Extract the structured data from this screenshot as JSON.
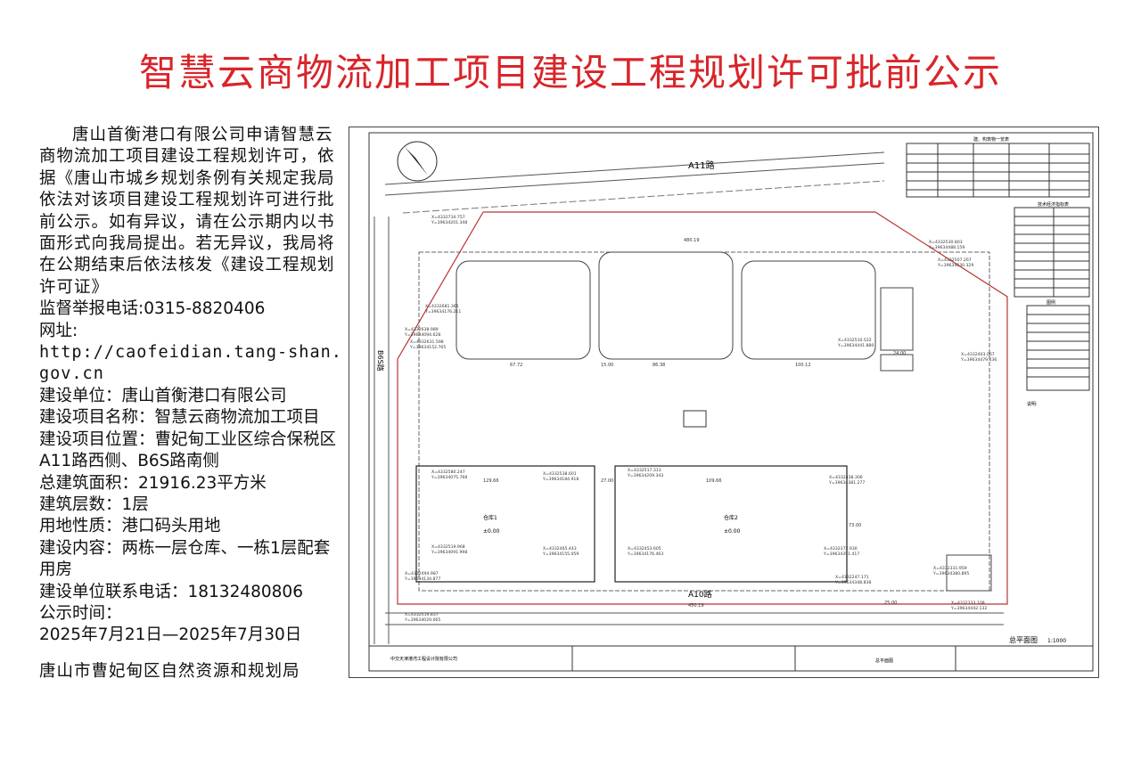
{
  "title": "智慧云商物流加工项目建设工程规划许可批前公示",
  "notice": "唐山首衡港口有限公司申请智慧云商物流加工项目建设工程规划许可，依据《唐山市城乡规划条例有关规定我局依法对该项目建设工程规划许可进行批前公示。如有异议，请在公示期内以书面形式向我局提出。若无异议，我局将在公期结束后依法核发《建设工程规划许可证》",
  "hotline": "监督举报电话:0315-8820406",
  "website_label": "网址:",
  "website_url": "http://caofeidian.tang-shan.gov.cn",
  "builder": "建设单位：唐山首衡港口有限公司",
  "project_name": "建设项目名称：智慧云商物流加工项目",
  "location": "建设项目位置：曹妃甸工业区综合保税区A11路西侧、B6S路南侧",
  "area": "总建筑面积：21916.23平方米",
  "floors": "建筑层数：1层",
  "land_use": "用地性质：港口码头用地",
  "content": "建设内容：两栋一层仓库、一栋1层配套用房",
  "contact": "建设单位联系电话：18132480806",
  "period_label": "公示时间：",
  "period": "2025年7月21日—2025年7月30日",
  "authority": "唐山市曹妃甸区自然资源和规划局",
  "drawing": {
    "road_top": "A11路",
    "road_bottom": "A10路",
    "road_left": "B6S路",
    "table1_title": "建、构筑物一览表",
    "table2_title": "技术经济指标表",
    "legend_title": "图例",
    "notes_title": "说明:",
    "plan_title": "总平面图",
    "scale": "1:1000",
    "warehouse1": "仓库1",
    "warehouse2": "仓库2",
    "elev1": "±0.00",
    "elev2": "±0.00",
    "company": "中交天津港湾工程设计院有限公司",
    "sheet_no": "总平面图",
    "dims": [
      "480.19",
      "450.19",
      "67.72",
      "86.38",
      "100.12",
      "129.66",
      "109.66",
      "15.00",
      "27.00",
      "73.00",
      "24.00",
      "25.00"
    ],
    "coords": [
      "X=4332734.757",
      "Y=39634201.348",
      "X=4332681.365",
      "Y=39634176.211",
      "X=4332638.989",
      "Y=39634094.628",
      "X=4332631.598",
      "Y=39634152.765",
      "X=4332530.803",
      "Y=39634488.159",
      "X=4332507.267",
      "Y=39634530.329",
      "X=4332510.522",
      "Y=39634441.880",
      "X=4332403.067",
      "Y=39634479.036",
      "X=4332580.247",
      "Y=39634075.768",
      "X=4332538.601",
      "Y=39634184.918",
      "X=4332517.313",
      "Y=39634209.343",
      "X=4332438.306",
      "Y=39634381.277",
      "X=4332519.968",
      "Y=39634091.998",
      "X=4332465.443",
      "Y=39634155.059",
      "X=4332453.605",
      "Y=39634176.463",
      "X=4332372.930",
      "Y=39634351.417",
      "X=4332494.987",
      "Y=39634134.877",
      "X=4332519.837",
      "Y=39634029.065",
      "X=4332247.171",
      "Y=39634348.838",
      "X=4332331.959",
      "Y=39634380.895",
      "X=4332333.108",
      "Y=39634442.132"
    ]
  }
}
